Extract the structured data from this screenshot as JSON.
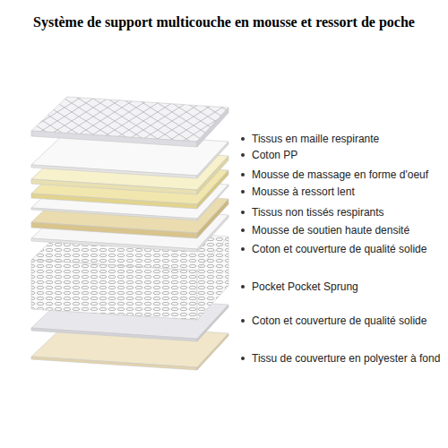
{
  "diagram": {
    "title": "Système de support multicouche en mousse et ressort de poche",
    "labels": [
      "Tissus en maille respirante",
      "Coton PP",
      "Mousse de massage en forme d'oeuf",
      "Mousse à ressort lent",
      "Tissus non tissés respirants",
      "Mousse de soutien haute densité",
      "Coton et couverture de qualité solide",
      "Pocket Pocket Sprung",
      "Coton et couverture de qualité solide",
      "Tissu de couverture en polyester à fond"
    ]
  }
}
